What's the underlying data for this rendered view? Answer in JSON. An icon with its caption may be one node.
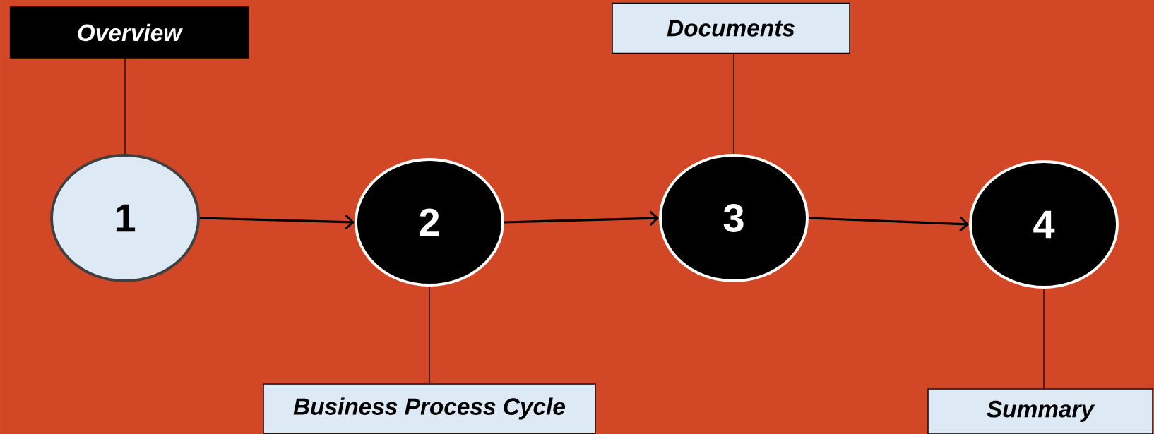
{
  "diagram": {
    "nodes": [
      {
        "text": [
          "Overview"
        ]
      },
      {
        "text": [
          "1"
        ]
      },
      {
        "text": [
          "2"
        ]
      },
      {
        "text": [
          "3"
        ]
      },
      {
        "text": [
          "4"
        ]
      },
      {
        "text": [
          "Documents"
        ]
      },
      {
        "text": [
          "Business Process Cycle"
        ]
      },
      {
        "text": [
          "Summary"
        ]
      }
    ],
    "edges": [
      {
        "from": 1,
        "to": 2,
        "arrow": "to"
      },
      {
        "from": 2,
        "to": 3,
        "arrow": "to"
      },
      {
        "from": 3,
        "to": 4,
        "arrow": "to"
      },
      {
        "from": 0,
        "to": 1,
        "arrow": "none"
      },
      {
        "from": 5,
        "to": 3,
        "arrow": "none"
      },
      {
        "from": 2,
        "to": 6,
        "arrow": "none"
      },
      {
        "from": 4,
        "to": 7,
        "arrow": "none"
      }
    ]
  }
}
